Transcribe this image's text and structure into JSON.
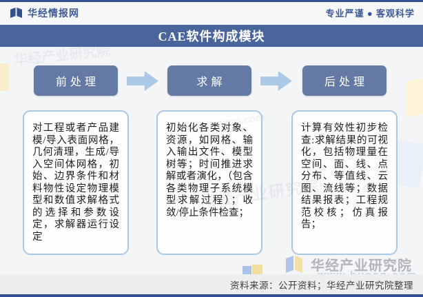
{
  "header": {
    "logo_icon": "open-book-icon",
    "site_name": "华经情报网",
    "tagline": "专业严谨 ● 客观科学"
  },
  "title_bar": {
    "title": "CAE软件构成模块"
  },
  "flow": {
    "steps": [
      {
        "label": "前处理",
        "description": "对工程或者产品建模/导入表面网格，几何清理，生成/导入空间体网格，初始、边界条件和材料物性设定物理模型和数值求解格式的选择和参数设定，求解器运行设定"
      },
      {
        "label": "求解",
        "description": "初始化各类对象、资源，如网格、输入输出文件、模型树等；时间推进求解或者演化，（包含各类物理子系统模型求解过程）；收敛/停止条件检查；"
      },
      {
        "label": "后处理",
        "description": "计算有效性初步检查:求解结果的可视化，包括物理量在空间、面、线、点分布、等值线、云图、流线等；数据结果报表；工程规范校核；仿真报告；"
      }
    ]
  },
  "watermark": {
    "brand": "华经产业研究院",
    "url": "www.huaon.com",
    "logo_icon": "open-book-icon"
  },
  "footer": {
    "source": "资料来源：公开资料；华经产业研究院整理"
  },
  "colors": {
    "dark_blue_border": "#34518f",
    "title_bar_bg": "#4a659c",
    "step_box_bg": "#6479a3",
    "arrow_blue": "#abc8e4",
    "card_border": "#a9c7e2",
    "brand_text_blue": "#3c5a98",
    "footer_bg": "#eceef0",
    "watermark_gray": "#b2b5bb",
    "watermark_logo_blue": "#9db9e8",
    "watermark_logo_yellow": "#f1dd96"
  }
}
